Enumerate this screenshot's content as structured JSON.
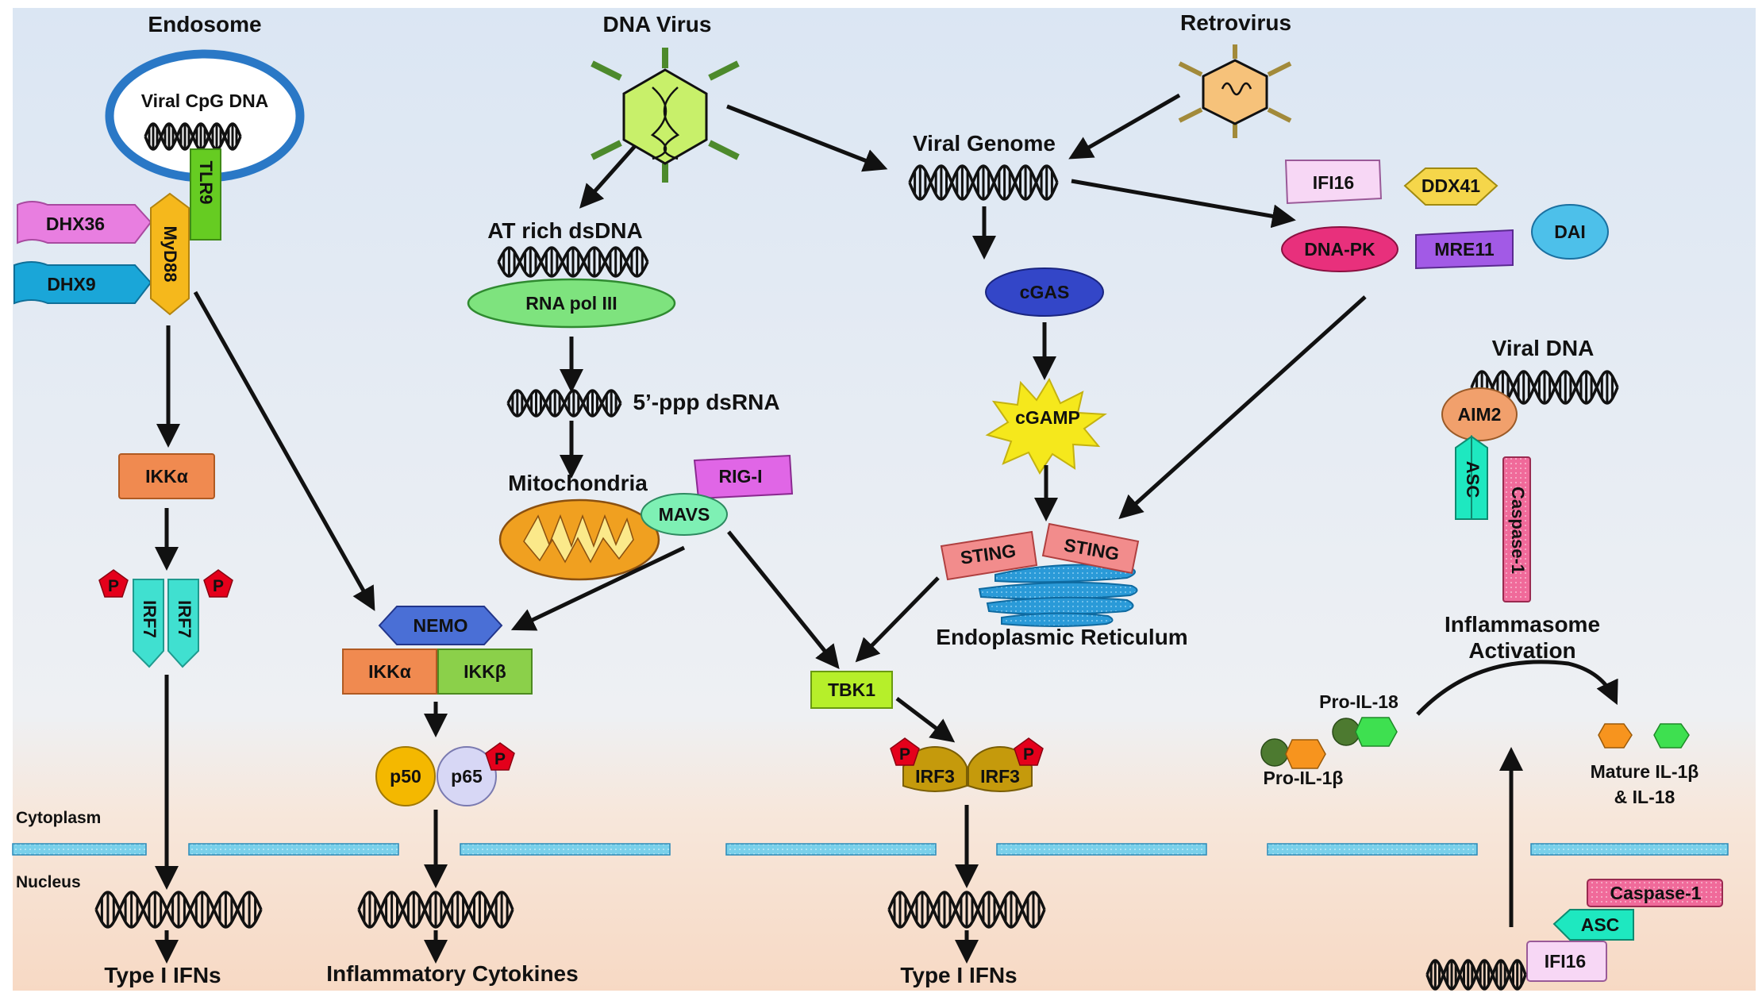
{
  "labels": {
    "endosome": "Endosome",
    "viral_cpg_dna": "Viral CpG DNA",
    "tlr9": "TLR9",
    "dhx36": "DHX36",
    "dhx9": "DHX9",
    "myd88": "MyD88",
    "ikk_alpha_left": "IKKα",
    "irf7_a": "IRF7",
    "irf7_b": "IRF7",
    "phospho": "P",
    "dna_virus": "DNA Virus",
    "at_rich": "AT rich dsDNA",
    "rna_pol_iii": "RNA pol III",
    "ppp_dsrna": "5’-ppp dsRNA",
    "mitochondria": "Mitochondria",
    "rig_i": "RIG-I",
    "mavs": "MAVS",
    "nemo": "NEMO",
    "ikk_alpha": "IKKα",
    "ikk_beta": "IKKβ",
    "p50": "p50",
    "p65": "p65",
    "retrovirus": "Retrovirus",
    "viral_genome": "Viral Genome",
    "cgas": "cGAS",
    "cgamp": "cGAMP",
    "sting_a": "STING",
    "sting_b": "STING",
    "er": "Endoplasmic Reticulum",
    "tbk1": "TBK1",
    "irf3_a": "IRF3",
    "irf3_b": "IRF3",
    "ifi16": "IFI16",
    "ddx41": "DDX41",
    "dna_pk": "DNA-PK",
    "mre11": "MRE11",
    "dai": "DAI",
    "viral_dna": "Viral DNA",
    "aim2": "AIM2",
    "asc": "ASC",
    "caspase1": "Caspase-1",
    "inflammasome_1": "Inflammasome",
    "inflammasome_2": "Activation",
    "pro_il18": "Pro-IL-18",
    "pro_il1b": "Pro-IL-1β",
    "mature_1": "Mature IL-1β",
    "mature_2": "& IL-18",
    "cytoplasm": "Cytoplasm",
    "nucleus": "Nucleus",
    "type1_ifns_left": "Type I IFNs",
    "inflammatory": "Inflammatory Cytokines",
    "type1_ifns_mid": "Type I IFNs",
    "caspase1_nuc": "Caspase-1",
    "asc_nuc": "ASC",
    "ifi16_nuc": "IFI16"
  },
  "colors": {
    "tlr9": "#66cc22",
    "dhx36": "#e87ee0",
    "dhx9": "#1aa6d8",
    "myd88": "#f5b81c",
    "ikk_alpha": "#f08a50",
    "ikk_beta": "#8bd04a",
    "irf7": "#40e0d0",
    "phospho": "#e4001b",
    "virus_body": "#c8f06a",
    "virus_spike": "#4d8a2c",
    "retro_body": "#f6c27a",
    "retro_spike": "#a28a3a",
    "rna_pol_iii": "#7ee37e",
    "mito": "#f0a020",
    "rig_i": "#e066e6",
    "mavs": "#7ef0b4",
    "nemo": "#4a6fd6",
    "p50": "#f4b800",
    "p65": "#d7d7f5",
    "cgas": "#3346c8",
    "cgamp": "#f5e81c",
    "sting": "#f28c8c",
    "er": "#2a9ad8",
    "tbk1": "#b6ef2a",
    "irf3": "#c59a0c",
    "ifi16": "#f7d7f5",
    "ddx41": "#f5d64a",
    "dna_pk": "#e8307c",
    "mre11": "#a25ae6",
    "dai": "#4dc0ea",
    "aim2": "#f1a06c",
    "asc": "#1ee8c0",
    "caspase1": "#f06a9a",
    "membrane": "#79d0ea",
    "bg_top": "#dbe6f3",
    "bg_bottom": "#f7ddc8"
  }
}
